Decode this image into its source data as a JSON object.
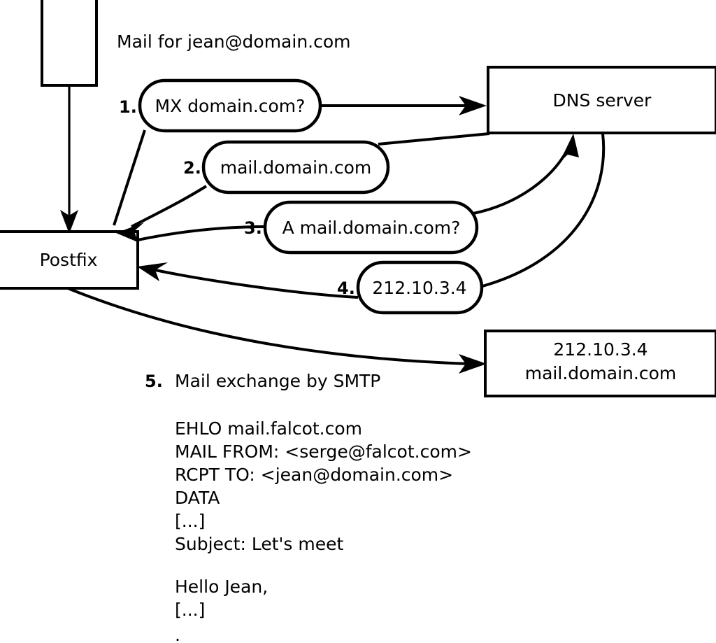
{
  "diagram": {
    "title_caption": "Mail for jean@domain.com",
    "nodes": {
      "source": {
        "label": ""
      },
      "postfix": {
        "label": "Postfix"
      },
      "dns": {
        "label": "DNS server"
      },
      "destination": {
        "line1": "212.10.3.4",
        "line2": "mail.domain.com"
      }
    },
    "steps": [
      {
        "num": "1.",
        "label": "MX domain.com?"
      },
      {
        "num": "2.",
        "label": "mail.domain.com"
      },
      {
        "num": "3.",
        "label": "A mail.domain.com?"
      },
      {
        "num": "4.",
        "label": "212.10.3.4"
      }
    ],
    "step5": {
      "num": "5.",
      "label": "Mail exchange by SMTP"
    },
    "smtp_transcript": [
      "EHLO mail.falcot.com",
      "MAIL FROM: <serge@falcot.com>",
      "RCPT TO: <jean@domain.com>",
      "DATA",
      "[...]",
      "Subject: Let's meet",
      "",
      "Hello Jean,",
      "[...]",
      "",
      "."
    ],
    "colors": {
      "stroke": "#000000",
      "fill": "#ffffff",
      "text": "#000000"
    }
  }
}
